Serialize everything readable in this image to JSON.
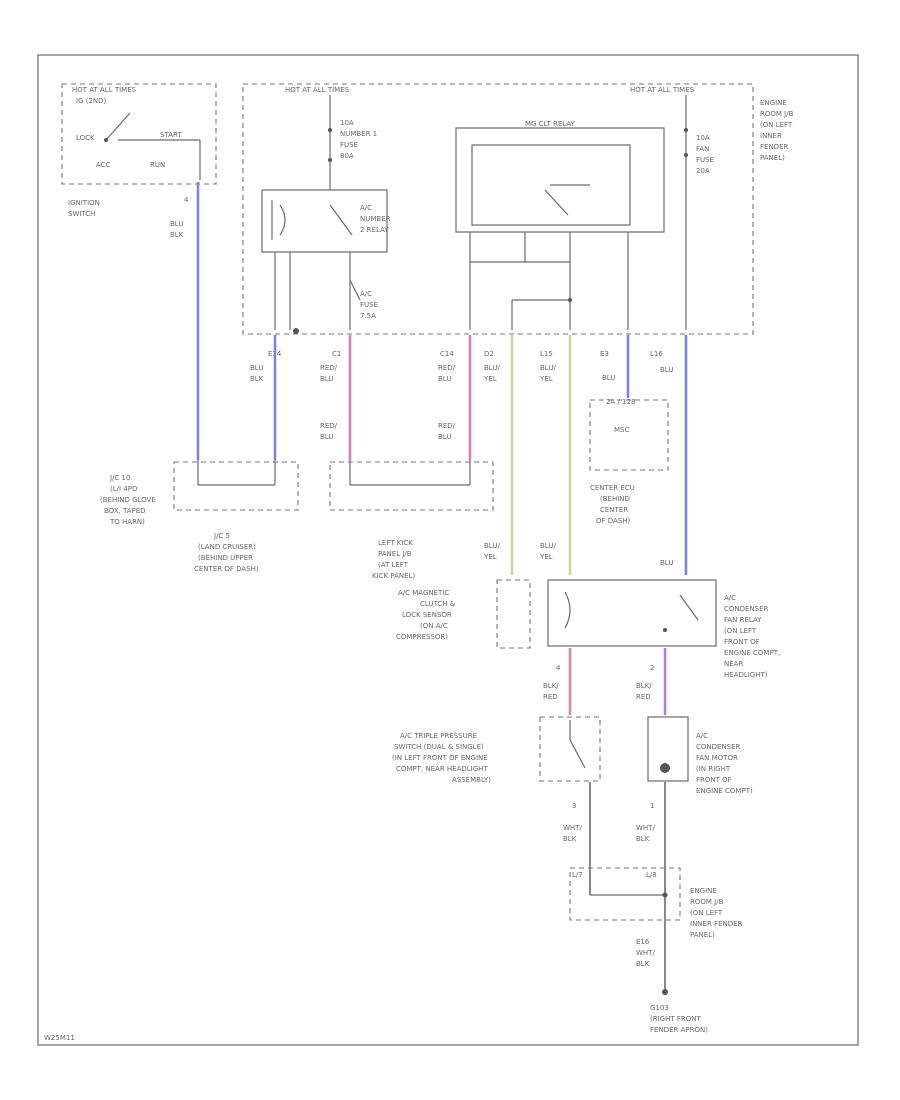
{
  "colors": {
    "blu": "#7c7cf0",
    "red": "#e07aa8",
    "yel": "#d4d49a",
    "red_blk": "#d08a9a",
    "blu_red": "#b07ad8"
  },
  "junction_blocks": {
    "left_hot_label": "HOT AT ALL TIMES",
    "mid_hot_label": "HOT AT ALL TIMES",
    "right_hot_label": "HOT AT ALL TIMES",
    "engine_room_jb": [
      "ENGINE",
      "ROOM J/B",
      "(ON LEFT",
      "INNER",
      "FENDER",
      "PANEL)"
    ]
  },
  "ignition": {
    "title": [
      "IGNITION",
      "SWITCH"
    ],
    "ig_label": "IG (2ND)",
    "lock": "LOCK",
    "start": "START",
    "acc": "ACC",
    "run": "RUN",
    "pin": "4"
  },
  "fuses": {
    "a1": [
      "10A",
      "NUMBER 1",
      "FUSE",
      "80A"
    ],
    "relay2": [
      "A/C",
      "NUMBER",
      "2 RELAY"
    ],
    "ac_fuse": [
      "A/C",
      "FUSE",
      "7.5A"
    ],
    "magclt_relay": "MG CLT RELAY",
    "fan_fuse": [
      "10A",
      "FAN",
      "FUSE",
      "20A"
    ]
  },
  "connector_ids": {
    "e14": "E14",
    "c1": "C1",
    "c14": "C14",
    "d2": "D2",
    "l15": "L15",
    "e3": "E3",
    "l16": "L16"
  },
  "wire_colors": {
    "blu_blk_1": [
      "BLU",
      "BLK"
    ],
    "blu_blk_2": [
      "BLU",
      "BLK"
    ],
    "red_blu_1": [
      "RED/",
      "BLU"
    ],
    "red_blu_2": [
      "RED/",
      "BLU"
    ],
    "red_blu_3": [
      "RED/",
      "BLU"
    ],
    "red_blu_4": [
      "RED/",
      "BLU"
    ],
    "blu_yel_1": [
      "BLU/",
      "YEL"
    ],
    "blu_yel_2": [
      "BLU/",
      "YEL"
    ],
    "blu_yel_3": [
      "BLU/",
      "YEL"
    ],
    "blu_yel_4": [
      "BLU/",
      "YEL"
    ],
    "blu_e3": "BLU",
    "blu_l16": "BLU",
    "blu_relay": "BLU"
  },
  "components": {
    "jc10": [
      "J/C 10",
      "(L/I 4PD",
      "(BEHIND GLOVE",
      "BOX, TAPED",
      "TO HARN)"
    ],
    "jc5": [
      "J/C 5",
      "(LAND CRUISER)",
      "(BEHIND UPPER",
      "CENTER OF DASH)"
    ],
    "left_kick": [
      "LEFT KICK",
      "PANEL J/B",
      "(AT LEFT",
      "KICK PANEL)"
    ],
    "center_ecu": [
      "CENTER ECU",
      "(BEHIND",
      "CENTER",
      "OF DASH)"
    ],
    "center_ecu_pin": "2A / 128",
    "center_ecu_name": "MSC",
    "ac_clutch": [
      "A/C MAGNETIC",
      "CLUTCH &",
      "LOCK SENSOR",
      "(ON A/C",
      "COMPRESSOR)"
    ],
    "cond_relay": [
      "A/C",
      "CONDENSER",
      "FAN RELAY",
      "(ON LEFT",
      "FRONT OF",
      "ENGINE COMPT,",
      "NEAR",
      "HEADLIGHT)"
    ],
    "triple_switch": [
      "A/C TRIPLE PRESSURE",
      "SWITCH (DUAL & SINGLE)",
      "(IN LEFT FRONT OF ENGINE",
      "COMPT, NEAR HEADLIGHT",
      "ASSEMBLY)"
    ],
    "fan_motor": [
      "A/C",
      "CONDENSER",
      "FAN MOTOR",
      "(IN RIGHT",
      "FRONT OF",
      "ENGINE COMPT)"
    ],
    "engine_room_jb_bottom": [
      "ENGINE",
      "ROOM J/B",
      "(ON LEFT",
      "INNER FENDER",
      "PANEL)"
    ],
    "ground": [
      "G103",
      "(RIGHT FRONT",
      "FENDER APRON)"
    ]
  },
  "lower_wires": {
    "pin4": "4",
    "pin2": "2",
    "blk_red_1": [
      "BLK/",
      "RED"
    ],
    "blk_red_2": [
      "BLK/",
      "RED"
    ],
    "pin3": "3",
    "pin1": "1",
    "wht_blk_1": [
      "WHT/",
      "BLK"
    ],
    "wht_blk_2": [
      "WHT/",
      "BLK"
    ],
    "e16": [
      "E16",
      "WHT/",
      "BLK"
    ],
    "l_pin": "L/7",
    "r_pin": "L/8"
  },
  "footer_code": "W25M11"
}
